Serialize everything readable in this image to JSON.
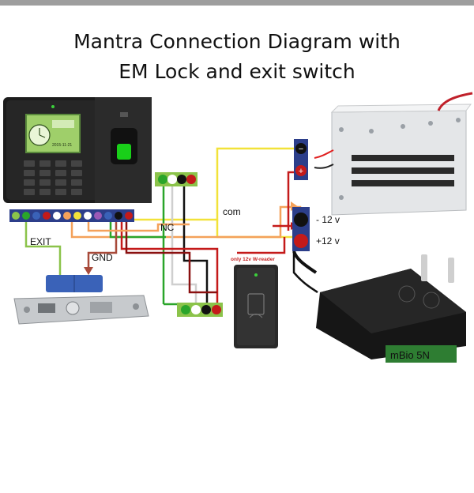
{
  "title": {
    "line1": "Mantra Connection Diagram with",
    "line2": "EM Lock and exit switch"
  },
  "labels": {
    "com": "com",
    "nc": "NC",
    "exit": "EXIT",
    "gnd": "GND",
    "minus_12v": "- 12 v",
    "plus_12v": "+12 v",
    "reader_note": "only 12v W-reader",
    "model": "mBio 5N",
    "device_date": "2015-11-21",
    "lock_minus": "−",
    "lock_plus": "+"
  },
  "colors": {
    "wire_yellow": "#f2e23a",
    "wire_orange": "#f4a15a",
    "wire_red": "#c41a1a",
    "wire_darkred": "#8a1010",
    "wire_green": "#2aa52a",
    "wire_light": "#d0d0d0",
    "wire_black": "#111111",
    "wire_blue": "#3a62b8",
    "wire_lightgreen": "#8bc34a",
    "terminal_bg": "#2c3e8a",
    "model_bg": "#2e7d32"
  }
}
